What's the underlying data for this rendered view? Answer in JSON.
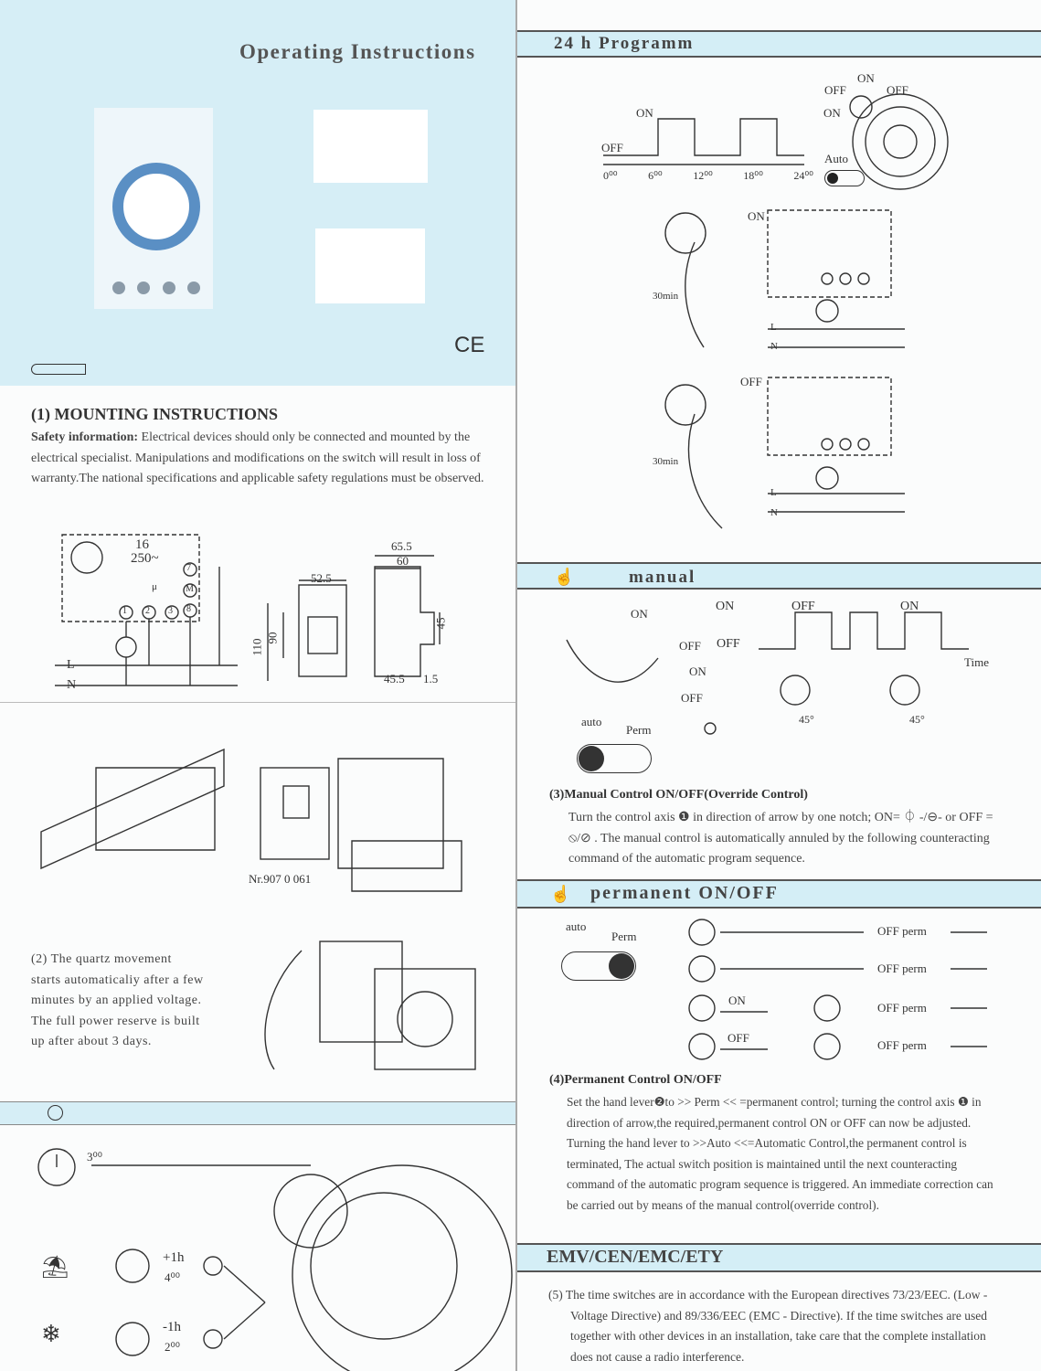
{
  "left": {
    "title": "Operating Instructions",
    "ce_mark": "CE",
    "mounting": {
      "heading": "(1) MOUNTING INSTRUCTIONS",
      "safety_label": "Safety information:",
      "safety_text": " Electrical devices should only be connected and mounted by the electrical specialist. Manipulations and modifications on the switch will result in loss of warranty.The national specifications and applicable safety regulations must be observed."
    },
    "wiring": {
      "rating_top": "16",
      "rating_bottom": "250~",
      "mu": "μ",
      "t1": "1",
      "t2": "2",
      "t3": "3",
      "t7": "7",
      "t8": "8",
      "motor": "M",
      "line_l": "L",
      "line_n": "N"
    },
    "dims": {
      "d1": "52.5",
      "d2": "65.5",
      "d3": "60",
      "d4": "110",
      "d5": "90",
      "d6": "45",
      "d7": "45.5",
      "d8": "1.5"
    },
    "part_number": "Nr.907  0 061",
    "quartz": "(2) The quartz movement starts automaticaliy after a few minutes by an applied voltage. The full power reserve is built up after about 3 days.",
    "clock": {
      "t1": "3⁰⁰",
      "t2": "+1h",
      "t2b": "4⁰⁰",
      "t3": "-1h",
      "t3b": "2⁰⁰"
    }
  },
  "right": {
    "program": {
      "heading": "24 h Programm",
      "on": "ON",
      "off": "OFF",
      "ticks": [
        "0⁰⁰",
        "6⁰⁰",
        "12⁰⁰",
        "18⁰⁰",
        "24⁰⁰"
      ],
      "dial_on": "ON",
      "dial_off1": "OFF",
      "dial_off2": "OFF",
      "dial_on2": "ON",
      "auto": "Auto",
      "min30a": "30min",
      "min30b": "30min",
      "on_lbl": "ON",
      "off_lbl": "OFF",
      "l": "L",
      "n": "N",
      "l2": "L",
      "n2": "N"
    },
    "manual": {
      "heading": "manual",
      "on1": "ON",
      "off1": "OFF",
      "on2": "ON",
      "off2": "OFF",
      "on3": "ON",
      "timeline_on1": "ON",
      "timeline_off": "OFF",
      "timeline_on2": "ON",
      "time": "Time",
      "auto": "auto",
      "perm": "Perm",
      "deg1": "45°",
      "deg2": "45°",
      "section_title": "(3)Manual Control ON/OFF(Override Control)",
      "text": "Turn the control axis ❶ in direction of arrow by one notch; ON= ⏀ -/⊖- or OFF = ⦸/⊘ . The manual control is automatically annuled by the following counteracting command of the automatic program sequence."
    },
    "permanent": {
      "heading": "permanent ON/OFF",
      "auto": "auto",
      "perm": "Perm",
      "rows": [
        "OFF perm",
        "OFF perm",
        "OFF perm",
        "OFF perm"
      ],
      "on": "ON",
      "off": "OFF",
      "section_title": "(4)Permanent Control ON/OFF",
      "text": "Set the hand lever❷to >> Perm << =permanent control; turning the control axis ❶ in direction of arrow,the required,permanent control ON or OFF can now be adjusted. Turning the hand lever to >>Auto <<=Automatic Control,the permanent control is terminated, The actual switch position is maintained until the next counteracting command of the automatic program sequence is triggered. An immediate correction can be carried out by means of the manual control(override control)."
    },
    "emv": {
      "heading": "EMV/CEN/EMC/ETY",
      "text": "(5) The time switches are in accordance with the European directives 73/23/EEC. (Low  -  Voltage Directive) and 89/336/EEC (EMC  -  Directive). If the time switches are used together with other devices in an installation, take care that the complete installation does not cause a radio interference."
    }
  }
}
